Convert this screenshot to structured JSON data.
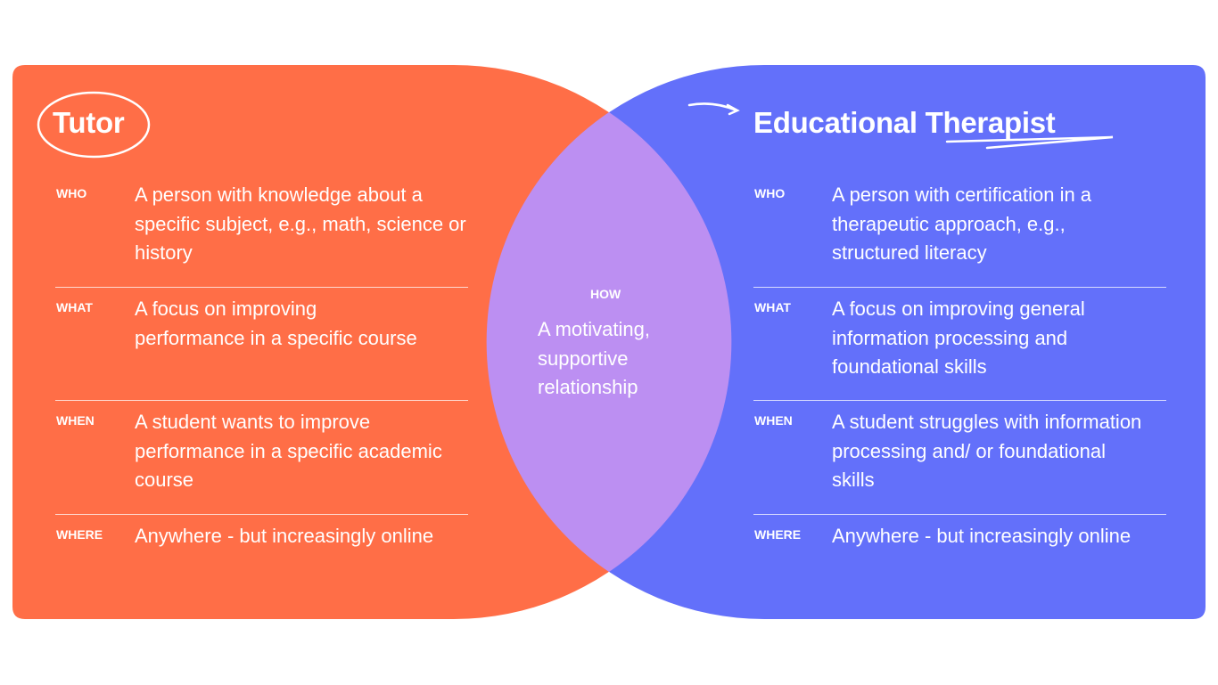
{
  "colors": {
    "tutor": "#FF6E47",
    "therapist": "#6370FA",
    "overlap": "#BC8FF2"
  },
  "tutor": {
    "title": "Tutor",
    "rows": [
      {
        "label": "WHO",
        "text": "A person with knowledge about a specific subject, e.g.,  math, science or history"
      },
      {
        "label": "WHAT",
        "text": "A focus on improving performance in a specific course"
      },
      {
        "label": "WHEN",
        "text": "A student wants to improve performance in a specific academic course"
      },
      {
        "label": "WHERE",
        "text": "Anywhere - but increasingly online"
      }
    ]
  },
  "overlap": {
    "label": "HOW",
    "text": "A motivating, supportive relationship"
  },
  "therapist": {
    "title_part1": "Educational",
    "title_part2": "Therapist",
    "rows": [
      {
        "label": "WHO",
        "text": "A person with certification in a therapeutic approach, e.g., structured literacy"
      },
      {
        "label": "WHAT",
        "text": "A focus on improving general information processing and foundational skills"
      },
      {
        "label": "WHEN",
        "text": "A student struggles with information processing and/ or foundational skills"
      },
      {
        "label": "WHERE",
        "text": "Anywhere - but increasingly online"
      }
    ]
  }
}
